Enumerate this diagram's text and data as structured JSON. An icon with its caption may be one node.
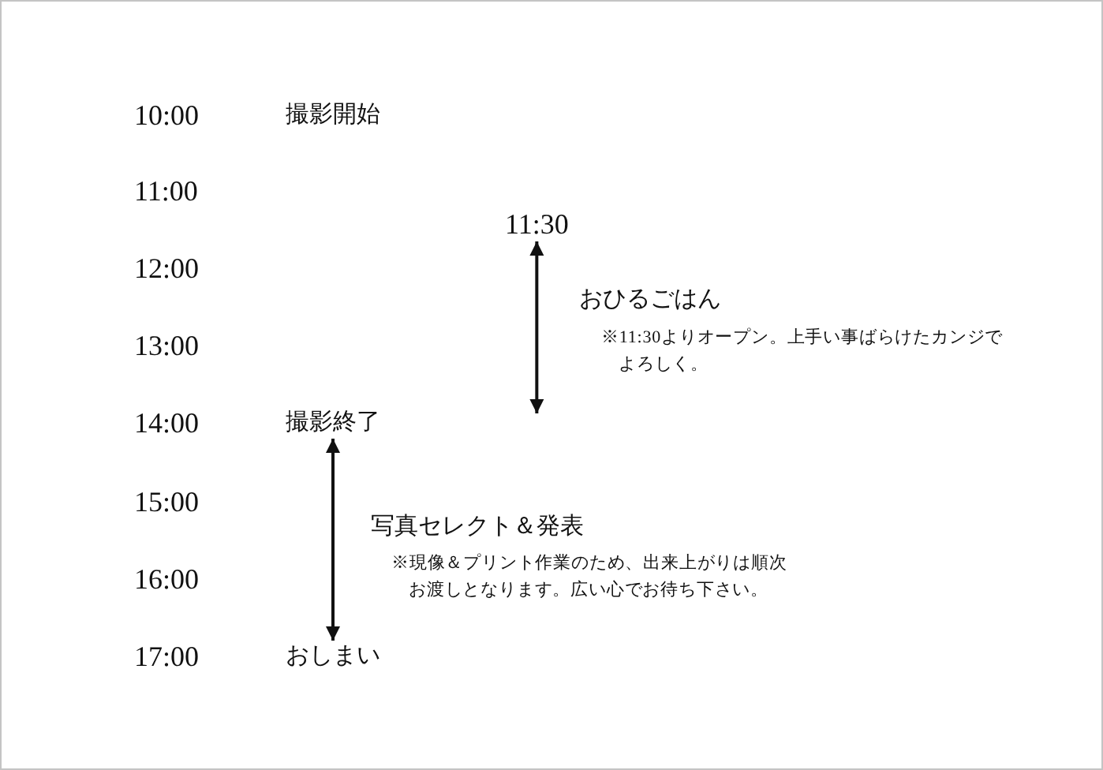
{
  "diagram": {
    "nodes": [
      {
        "text": [
          "11:30"
        ]
      },
      {
        "text": [
          "撮影終了"
        ]
      },
      {
        "text": [
          "おしまい"
        ]
      }
    ],
    "edges": [
      {
        "from": 0,
        "to": null,
        "arrow": "both"
      },
      {
        "from": 1,
        "to": 2,
        "arrow": "both"
      }
    ],
    "labels": [
      "10:00",
      "撮影開始",
      "11:00",
      "12:00",
      "おひるごはん",
      "※11:30よりオープン。上手い事ばらけたカンジでよろしく。",
      "13:00",
      "14:00",
      "15:00",
      "写真セレクト＆発表",
      "※現像＆プリント作業のため、出来上がりは順次お渡しとなります。広い心でお待ち下さい。",
      "16:00",
      "17:00"
    ]
  }
}
